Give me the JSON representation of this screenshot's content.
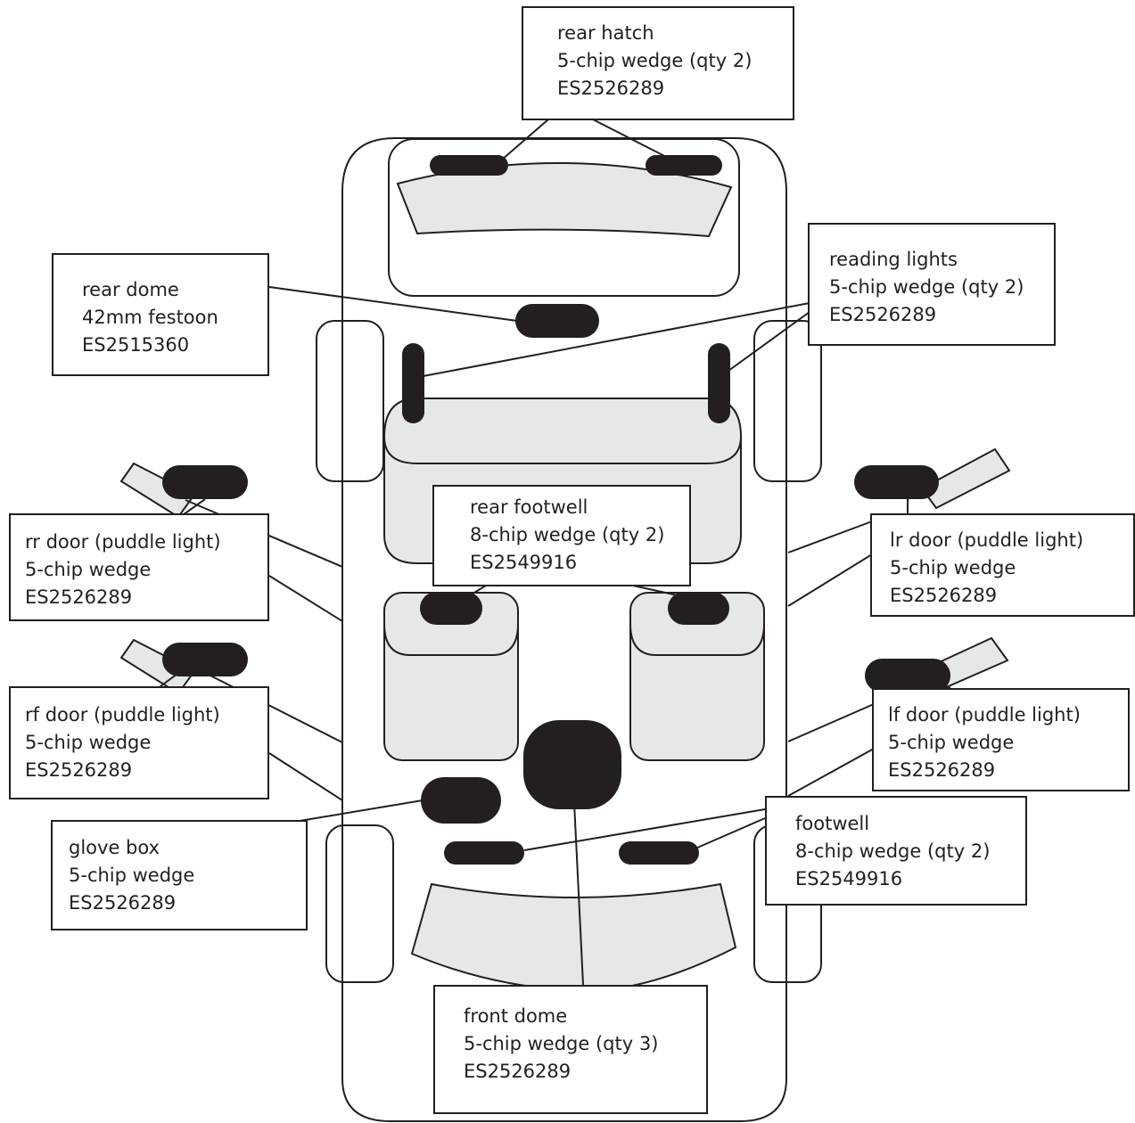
{
  "colors": {
    "stroke": "#231f20",
    "panel_fill": "#e6e7e8",
    "bulb_fill": "#231f20",
    "background": "#ffffff"
  },
  "labels": {
    "rear_hatch": {
      "name": "rear hatch",
      "bulb": "5-chip wedge (qty 2)",
      "part": "ES2526289"
    },
    "rear_dome": {
      "name": "rear dome",
      "bulb": "42mm festoon",
      "part": "ES2515360"
    },
    "reading_lights": {
      "name": "reading lights",
      "bulb": "5-chip wedge (qty 2)",
      "part": "ES2526289"
    },
    "rr_door": {
      "name": "rr door (puddle light)",
      "bulb": "5-chip wedge",
      "part": "ES2526289"
    },
    "rear_footwell": {
      "name": "rear footwell",
      "bulb": "8-chip wedge (qty 2)",
      "part": "ES2549916"
    },
    "lr_door": {
      "name": "lr door (puddle light)",
      "bulb": "5-chip wedge",
      "part": "ES2526289"
    },
    "rf_door": {
      "name": "rf door (puddle light)",
      "bulb": "5-chip wedge",
      "part": "ES2526289"
    },
    "lf_door": {
      "name": "lf door (puddle light)",
      "bulb": "5-chip wedge",
      "part": "ES2526289"
    },
    "glove_box": {
      "name": "glove box",
      "bulb": "5-chip wedge",
      "part": "ES2526289"
    },
    "footwell": {
      "name": "footwell",
      "bulb": "8-chip wedge (qty 2)",
      "part": "ES2549916"
    },
    "front_dome": {
      "name": "front dome",
      "bulb": "5-chip wedge (qty 3)",
      "part": "ES2526289"
    }
  }
}
